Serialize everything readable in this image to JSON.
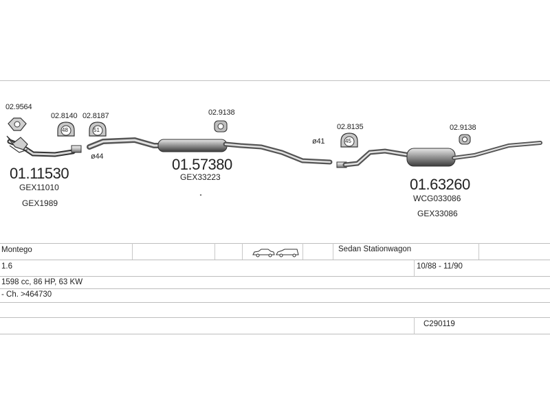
{
  "clamps": [
    {
      "code": "02.9564"
    },
    {
      "code": "02.8140",
      "ring": "48"
    },
    {
      "code": "02.8187",
      "ring": "51"
    },
    {
      "code": "02.9138"
    },
    {
      "code": "02.8135",
      "ring": "45"
    },
    {
      "code": "02.9138"
    }
  ],
  "diameters": {
    "d44": "ø44",
    "d41": "ø41"
  },
  "parts": {
    "front": {
      "number": "01.11530",
      "refs": [
        "GEX11010",
        "GEX1989"
      ]
    },
    "middle": {
      "number": "01.57380",
      "refs": [
        "GEX33223"
      ]
    },
    "rear": {
      "number": "01.63260",
      "refs": [
        "WCG033086",
        "GEX33086"
      ]
    }
  },
  "table": {
    "model": "Montego",
    "body_types": "Sedan Stationwagon",
    "engine": "1.6",
    "years": "10/88 - 11/90",
    "spec": "1598 cc, 86 HP, 63 KW",
    "chassis": "- Ch. >464730",
    "catalog_id": "C290119"
  }
}
